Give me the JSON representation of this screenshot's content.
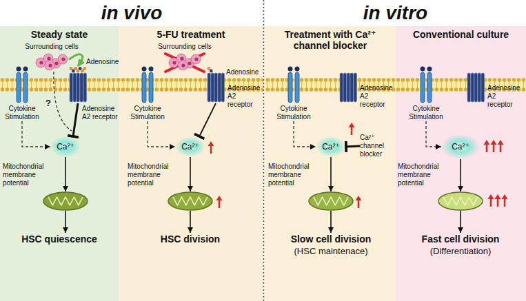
{
  "diagram": {
    "nodes": [
      {
        "text": [
          "Steady state"
        ]
      },
      {
        "text": [
          "Surrounding cells"
        ],
        "in": 0
      },
      {
        "text": [
          "Cytokine Stimulation"
        ],
        "in": 0
      },
      {
        "text": [
          "Adenosine A2 receptor"
        ],
        "in": 0
      },
      {
        "text": [
          "Ca²⁺"
        ],
        "in": 0
      },
      {
        "text": [
          "Mitochondrial membrane potential"
        ],
        "in": 0
      },
      {
        "text": [
          "HSC quiescence"
        ],
        "in": 0
      },
      {
        "text": [
          "5-FU treatment"
        ]
      },
      {
        "text": [
          "Surrounding cells"
        ],
        "in": 7
      },
      {
        "text": [
          "Cytokine Stimulation"
        ],
        "in": 7
      },
      {
        "text": [
          "Adenosine A2 receptor"
        ],
        "in": 7
      },
      {
        "text": [
          "Ca²⁺"
        ],
        "in": 7
      },
      {
        "text": [
          "Mitochondrial membrane potential"
        ],
        "in": 7
      },
      {
        "text": [
          "HSC division"
        ],
        "in": 7
      },
      {
        "text": [
          "Treatment with Ca²⁺ channel blocker"
        ]
      },
      {
        "text": [
          "Cytokine Stimulation"
        ],
        "in": 14
      },
      {
        "text": [
          "Adenosine A2 receptor"
        ],
        "in": 14
      },
      {
        "text": [
          "Ca²⁺"
        ],
        "in": 14
      },
      {
        "text": [
          "Ca²⁺ channel blocker"
        ],
        "in": 14
      },
      {
        "text": [
          "Mitochondrial membrane potential"
        ],
        "in": 14
      },
      {
        "text": [
          "Slow cell division",
          "(HSC maintenace)"
        ],
        "in": 14
      },
      {
        "text": [
          "Conventional culture"
        ]
      },
      {
        "text": [
          "Cytokine Stimulation"
        ],
        "in": 21
      },
      {
        "text": [
          "Adenosine A2 receptor"
        ],
        "in": 21
      },
      {
        "text": [
          "Ca²⁺"
        ],
        "in": 21
      },
      {
        "text": [
          "Mitochondrial membrane potential"
        ],
        "in": 21
      },
      {
        "text": [
          "Fast cell division",
          "(Differentiation)"
        ],
        "in": 21
      }
    ],
    "edges": [
      {
        "from": 1,
        "to": 3,
        "arrow": "to"
      },
      {
        "from": 2,
        "to": 4,
        "arrow": "to"
      },
      {
        "from": 3,
        "to": 4,
        "arrow": "to"
      },
      {
        "from": 4,
        "to": 5,
        "arrow": "to"
      },
      {
        "from": 5,
        "to": 6,
        "arrow": "to"
      },
      {
        "from": 9,
        "to": 11,
        "arrow": "to"
      },
      {
        "from": 10,
        "to": 11,
        "arrow": "to"
      },
      {
        "from": 11,
        "to": 12,
        "arrow": "to"
      },
      {
        "from": 12,
        "to": 13,
        "arrow": "to"
      },
      {
        "from": 15,
        "to": 17,
        "arrow": "to"
      },
      {
        "from": 18,
        "to": 17,
        "arrow": "to"
      },
      {
        "from": 17,
        "to": 19,
        "arrow": "to"
      },
      {
        "from": 19,
        "to": 20,
        "arrow": "to"
      },
      {
        "from": 22,
        "to": 24,
        "arrow": "to"
      },
      {
        "from": 24,
        "to": 25,
        "arrow": "to"
      },
      {
        "from": 25,
        "to": 26,
        "arrow": "to"
      }
    ],
    "labels": [
      "in vivo",
      "in vitro",
      "Adenosine",
      "?",
      "Adenosine"
    ]
  }
}
